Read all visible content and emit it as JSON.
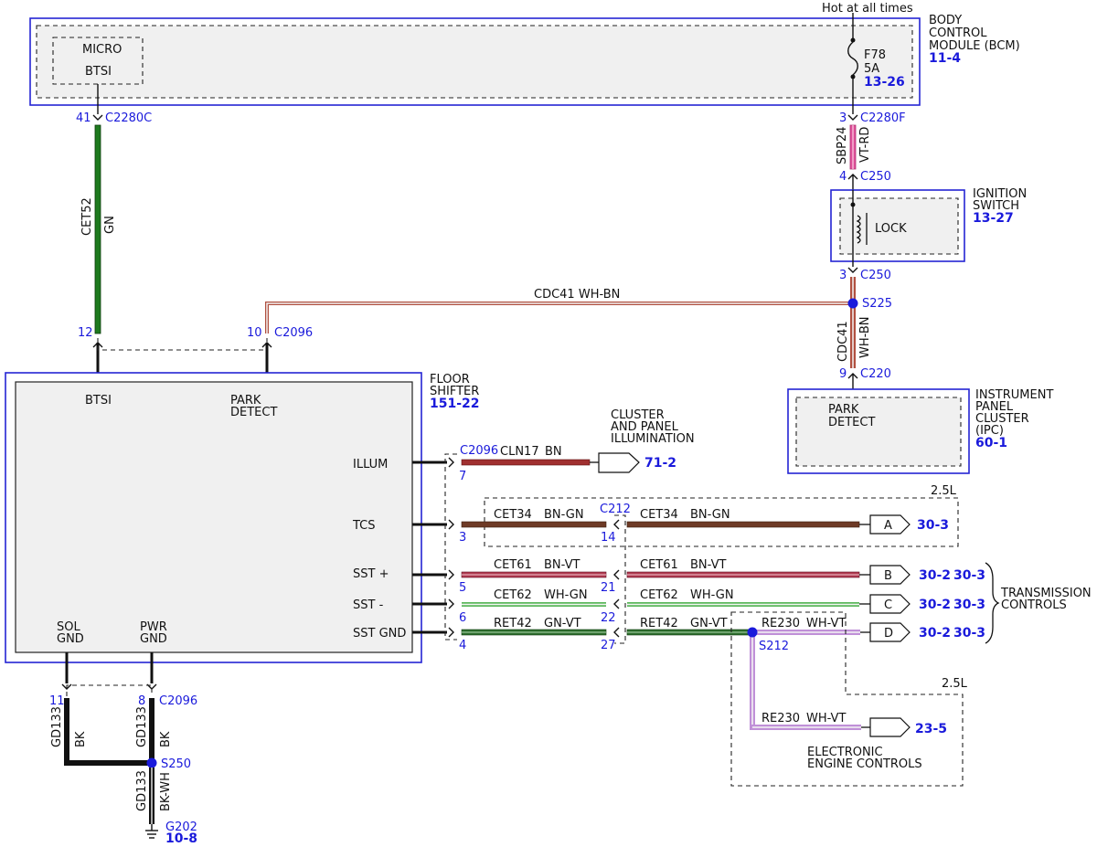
{
  "colors": {
    "module_border": "#2424d4",
    "ref_text": "#1a1adb",
    "splice": "#1a1adb",
    "wire_GN": "#1e7a1e",
    "wire_VT_RD": "#e0509a",
    "wire_WH_BN": "#b05040",
    "wire_BN": "#a03030",
    "wire_BN_GN": "#6e3a26",
    "wire_BN_VT": "#b03a50",
    "wire_WH_GN": "#5cb85c",
    "wire_GN_VT": "#2e6e2e",
    "wire_WH_VT": "#c090d8",
    "wire_BK": "#111111"
  },
  "header": {
    "power_label": "Hot at all times"
  },
  "bcm": {
    "title_line1": "BODY",
    "title_line2": "CONTROL",
    "title_line3": "MODULE (BCM)",
    "ref": "11-4",
    "micro_label": "MICRO",
    "btsi_label": "BTSI",
    "fuse_name": "F78",
    "fuse_rating": "5A",
    "fuse_ref": "13-26",
    "pin_left": "41",
    "conn_left": "C2280C",
    "pin_right": "3",
    "conn_right": "C2280F"
  },
  "wires": {
    "cet52_circuit": "CET52",
    "cet52_color": "GN",
    "sbp24_circuit": "SBP24",
    "sbp24_color": "VT-RD",
    "cdc41_circuit": "CDC41",
    "cdc41_color": "WH-BN",
    "cdc41_h_label": "CDC41  WH-BN",
    "gd133_circuit": "GD133",
    "gd133_bk": "BK",
    "gd133_bkwh": "BK-WH"
  },
  "ignition": {
    "title_line1": "IGNITION",
    "title_line2": "SWITCH",
    "ref": "13-27",
    "lock_label": "LOCK",
    "pin_top": "4",
    "conn_top": "C250",
    "pin_bottom": "3",
    "conn_bottom": "C250"
  },
  "splices": {
    "s225": "S225",
    "s212": "S212",
    "s250": "S250"
  },
  "ipc": {
    "title_line1": "INSTRUMENT",
    "title_line2": "PANEL",
    "title_line3": "CLUSTER",
    "title_line4": "(IPC)",
    "ref": "60-1",
    "park_line1": "PARK",
    "park_line2": "DETECT",
    "pin": "9",
    "conn": "C220"
  },
  "shifter": {
    "title_line1": "FLOOR",
    "title_line2": "SHIFTER",
    "ref": "151-22",
    "btsi_label": "BTSI",
    "park_line1": "PARK",
    "park_line2": "DETECT",
    "illum": "ILLUM",
    "tcs": "TCS",
    "sst_plus": "SST +",
    "sst_minus": "SST -",
    "sst_gnd": "SST GND",
    "sol_line1": "SOL",
    "sol_line2": "GND",
    "pwr_line1": "PWR",
    "pwr_line2": "GND",
    "pin_btsi": "12",
    "pin_park": "10",
    "conn_top": "C2096",
    "pin_sol": "11",
    "pin_pwr": "8",
    "conn_bottom": "C2096"
  },
  "illumination": {
    "conn": "C2096",
    "pin": "7",
    "circuit": "CLN17",
    "color": "BN",
    "title_line1": "CLUSTER",
    "title_line2": "AND PANEL",
    "title_line3": "ILLUMINATION",
    "ref": "71-2"
  },
  "c212": {
    "label": "C212"
  },
  "trans_rows": [
    {
      "pin_left": "3",
      "pin_right": "14",
      "circuit": "CET34",
      "color": "BN-GN",
      "tag": "A",
      "refs": [
        "30-3"
      ]
    },
    {
      "pin_left": "5",
      "pin_right": "21",
      "circuit": "CET61",
      "color": "BN-VT",
      "tag": "B",
      "refs": [
        "30-2",
        "30-3"
      ]
    },
    {
      "pin_left": "6",
      "pin_right": "22",
      "circuit": "CET62",
      "color": "WH-GN",
      "tag": "C",
      "refs": [
        "30-2",
        "30-3"
      ]
    },
    {
      "pin_left": "4",
      "pin_right": "27",
      "circuit": "RET42",
      "color": "GN-VT",
      "tag": "D",
      "refs": [
        "30-2",
        "30-3"
      ]
    }
  ],
  "re230": {
    "circuit": "RE230",
    "color": "WH-VT"
  },
  "engine": {
    "variant": "2.5L",
    "title_line1": "ELECTRONIC",
    "title_line2": "ENGINE CONTROLS",
    "ref": "23-5"
  },
  "tcs_variant": "2.5L",
  "transmission": {
    "title_line1": "TRANSMISSION",
    "title_line2": "CONTROLS"
  },
  "ground": {
    "name": "G202",
    "ref": "10-8"
  }
}
